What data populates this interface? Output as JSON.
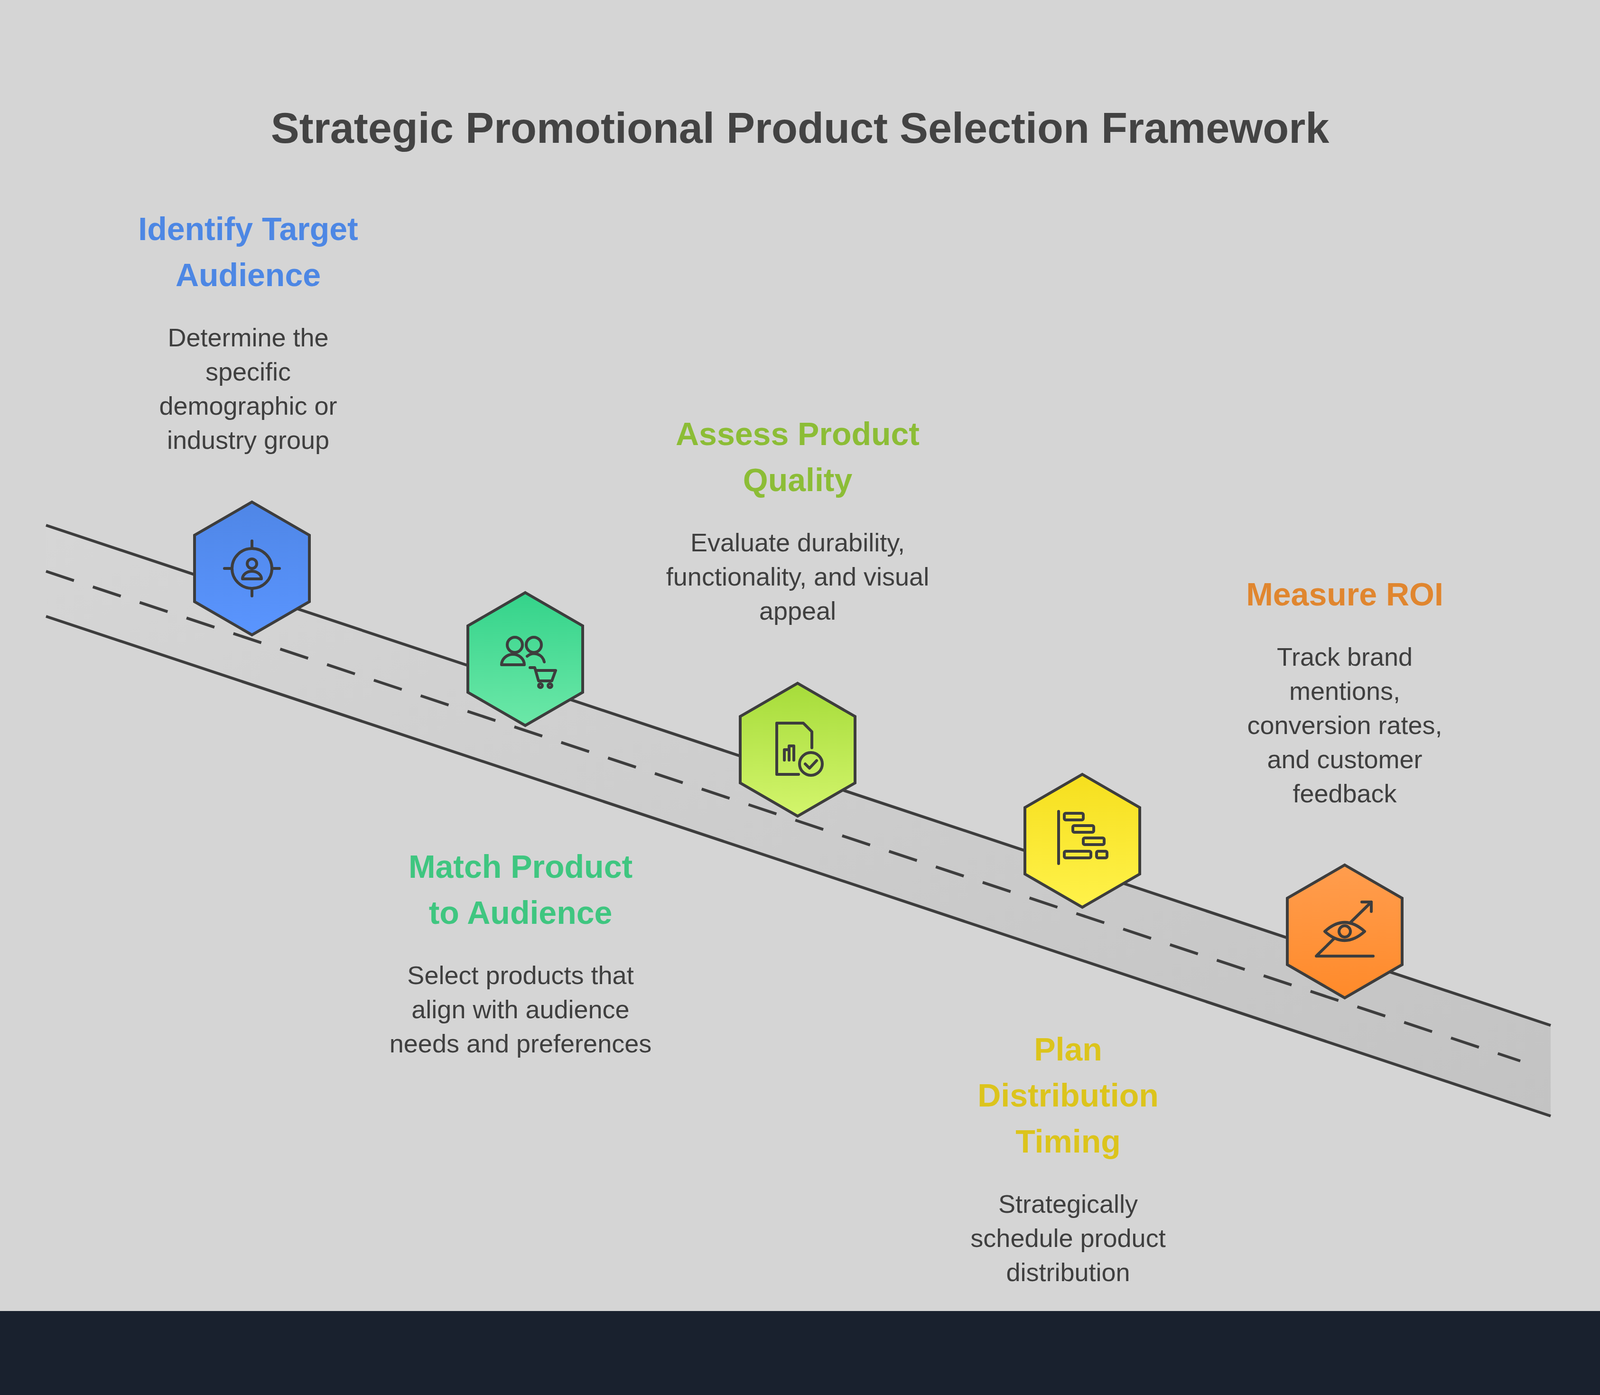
{
  "diagram": {
    "title": "Strategic Promotional Product Selection Framework",
    "nodes": [
      {
        "text": [
          "Identify Target Audience",
          "Determine the specific demographic or industry group"
        ]
      },
      {
        "text": [
          "Match Product to Audience",
          "Select products that align with audience needs and preferences"
        ]
      },
      {
        "text": [
          "Assess Product Quality",
          "Evaluate durability, functionality, and visual appeal"
        ]
      },
      {
        "text": [
          "Plan Distribution Timing",
          "Strategically schedule product distribution"
        ]
      },
      {
        "text": [
          "Measure ROI",
          "Track brand mentions, conversion rates, and customer feedback"
        ]
      }
    ]
  }
}
